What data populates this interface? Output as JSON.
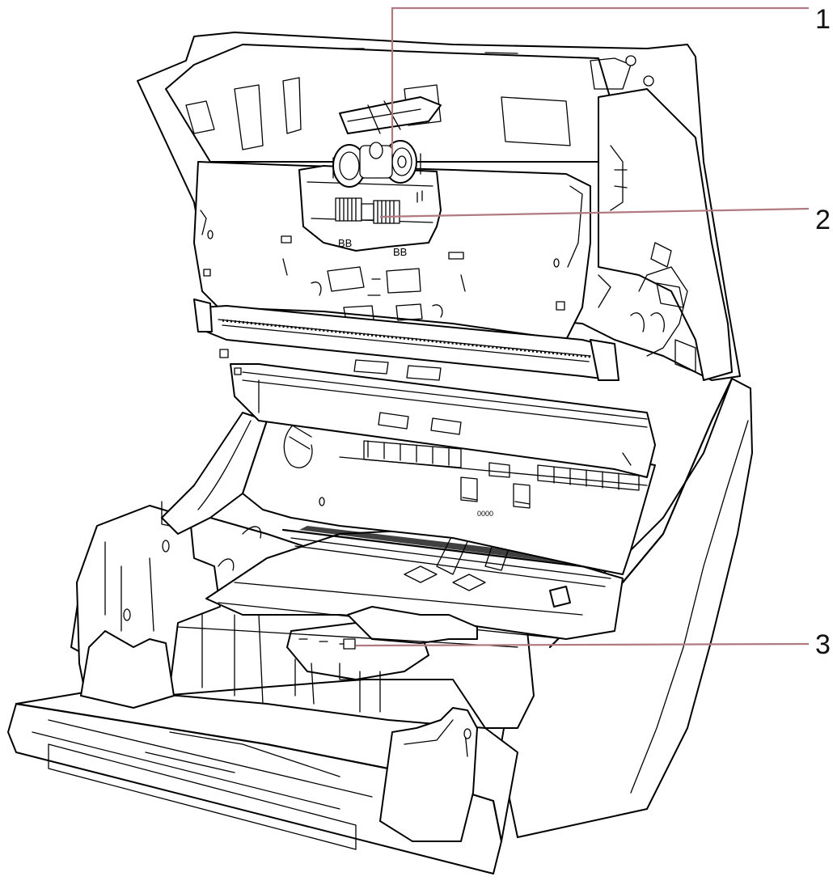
{
  "callouts": [
    {
      "number": "1"
    },
    {
      "number": "2"
    },
    {
      "number": "3"
    }
  ],
  "colors": {
    "outline": "#000000",
    "background": "#ffffff",
    "callout_line": "#b07a80"
  }
}
